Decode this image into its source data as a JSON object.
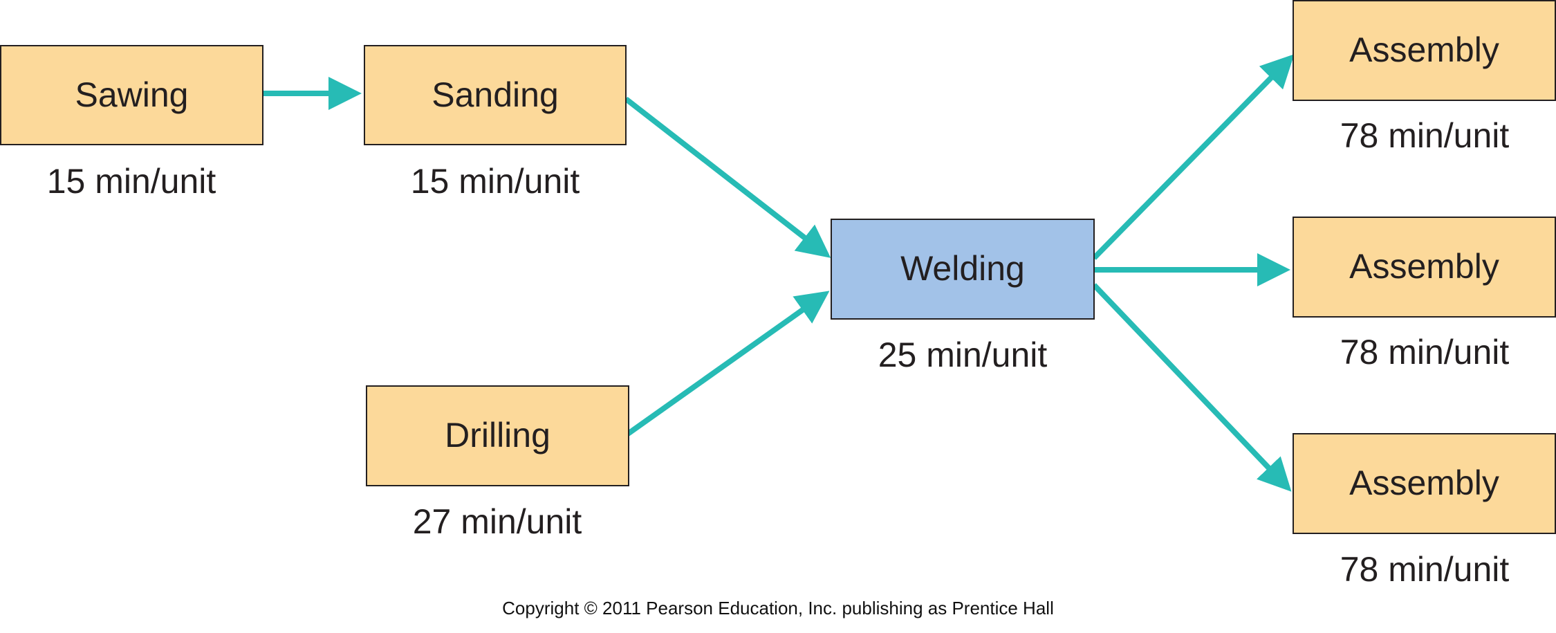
{
  "colors": {
    "arrow": "#27bbb5",
    "process_box": "#fcd99a",
    "bottleneck_box": "#a2c2e8",
    "border": "#231f20",
    "text": "#231f20"
  },
  "stations": {
    "sawing": {
      "name": "Sawing",
      "rate": "15 min/unit"
    },
    "sanding": {
      "name": "Sanding",
      "rate": "15 min/unit"
    },
    "drilling": {
      "name": "Drilling",
      "rate": "27 min/unit"
    },
    "welding": {
      "name": "Welding",
      "rate": "25 min/unit"
    },
    "assembly_1": {
      "name": "Assembly",
      "rate": "78 min/unit"
    },
    "assembly_2": {
      "name": "Assembly",
      "rate": "78 min/unit"
    },
    "assembly_3": {
      "name": "Assembly",
      "rate": "78 min/unit"
    }
  },
  "flows": [
    {
      "from": "Sawing",
      "to": "Sanding"
    },
    {
      "from": "Sanding",
      "to": "Welding"
    },
    {
      "from": "Drilling",
      "to": "Welding"
    },
    {
      "from": "Welding",
      "to": "Assembly"
    },
    {
      "from": "Welding",
      "to": "Assembly"
    },
    {
      "from": "Welding",
      "to": "Assembly"
    }
  ],
  "footer": {
    "copyright": "Copyright © 2011 Pearson Education, Inc. publishing as Prentice Hall"
  }
}
